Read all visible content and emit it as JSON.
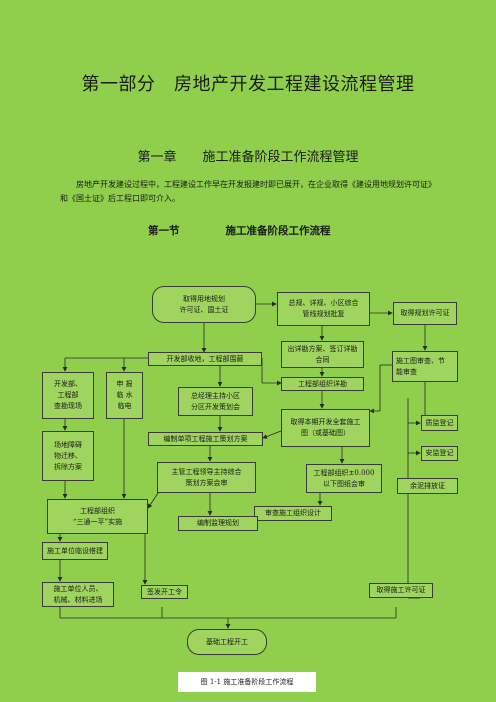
{
  "header": {
    "main_title": "第一部分　房地产开发工程建设流程管理",
    "chapter_title": "第一章　　施工准备阶段工作流程管理",
    "intro": "房地产开发建设过程中，工程建设工作早在开发报建时即已展开，在企业取得《建设用地规划许可证》和《国土证》后工程口即可介入。",
    "section_label": "第一节",
    "section_title": "施工准备阶段工作流程"
  },
  "flow": {
    "land_permit": "取得用地规划\n许可证、国土证",
    "plan_approval": "总规、详规、小区综合\n管线规划批复",
    "get_plan_permit": "取得规划许可证",
    "detail_design": "出详勘方案、签订详勘\n合同",
    "dev_dept_receive": "开发部收地，工程部围蔽",
    "drawing_review": "施工图审查、节\n能审查",
    "dev_eng_survey": "开发部、\n工程部\n查勘现场",
    "report_power": "申 报\n临 水\n临电",
    "gm_planning": "总经理主持小区\n分区开发策划会",
    "eng_org_survey": "工程部组织详勘",
    "get_safety_drawing": "取得本期开发全套施工\n图（或基础图）",
    "quality_reg": "质监登记",
    "site_clear": "场地障碍\n物迁移、\n拆除方案",
    "compile_plan": "编制单项工程施工策划方案",
    "safety_reg": "安监登记",
    "eng_leader_meeting": "主管工程领导主持综合\n策划方案会审",
    "eng_org_review": "工程部组织±0.000\n以下图纸会审",
    "cement_fee": "余泥排放证",
    "three_one": "工程部组织\n“三通一平”实施",
    "review_org_design": "审查施工组织设计",
    "compile_supervision": "编制监理规划",
    "contractor_setup": "施工单位临设搭建",
    "contractor_enter": "施工单位人员、\n机械、材料进场",
    "start_order": "签发开工令",
    "get_construction_permit": "取得施工许可证",
    "foundation_start": "基础工程开工"
  },
  "caption": "图 1-1 施工准备阶段工作流程"
}
